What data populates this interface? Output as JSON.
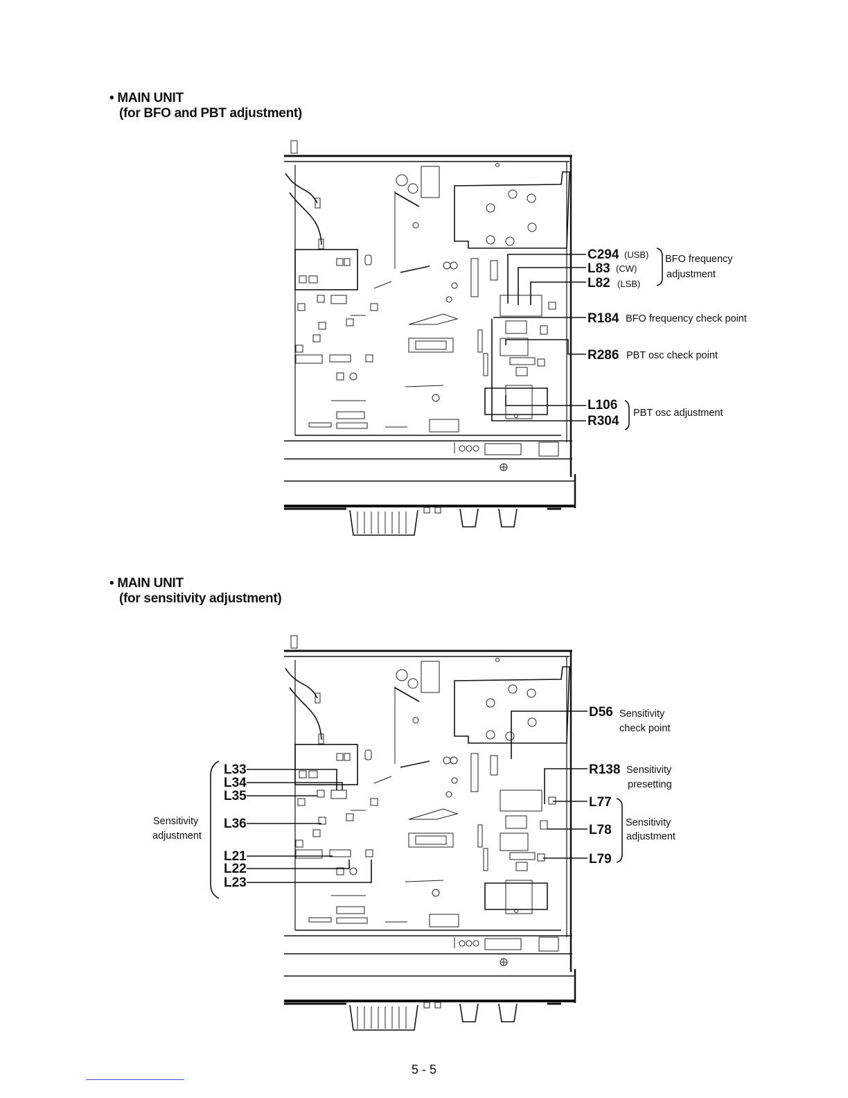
{
  "section1": {
    "title": "• MAIN UNIT",
    "subtitle": "(for BFO and PBT adjustment)",
    "callouts": [
      {
        "ref": "C294",
        "note": "(USB)"
      },
      {
        "ref": "L83",
        "note": "(CW)"
      },
      {
        "ref": "L82",
        "note": "(LSB)"
      },
      {
        "ref": "R184",
        "note": "BFO frequency check point"
      },
      {
        "ref": "R286",
        "note": "PBT osc check point"
      },
      {
        "ref": "L106",
        "note": ""
      },
      {
        "ref": "R304",
        "note": ""
      }
    ],
    "group_bfo": [
      "BFO frequency",
      "adjustment"
    ],
    "group_pbt": "PBT osc adjustment"
  },
  "section2": {
    "title": "• MAIN UNIT",
    "subtitle": "(for sensitivity adjustment)",
    "right_callouts": [
      {
        "ref": "D56",
        "note": [
          "Sensitivity",
          "check point"
        ]
      },
      {
        "ref": "R138",
        "note": [
          "Sensitivity",
          "presetting"
        ]
      },
      {
        "ref": "L77"
      },
      {
        "ref": "L78"
      },
      {
        "ref": "L79"
      }
    ],
    "right_group": [
      "Sensitivity",
      "adjustment"
    ],
    "left_callouts": [
      "L33",
      "L34",
      "L35",
      "L36",
      "L21",
      "L22",
      "L23"
    ],
    "left_group": [
      "Sensitivity",
      "adjustment"
    ]
  },
  "page_number": "5 - 5"
}
